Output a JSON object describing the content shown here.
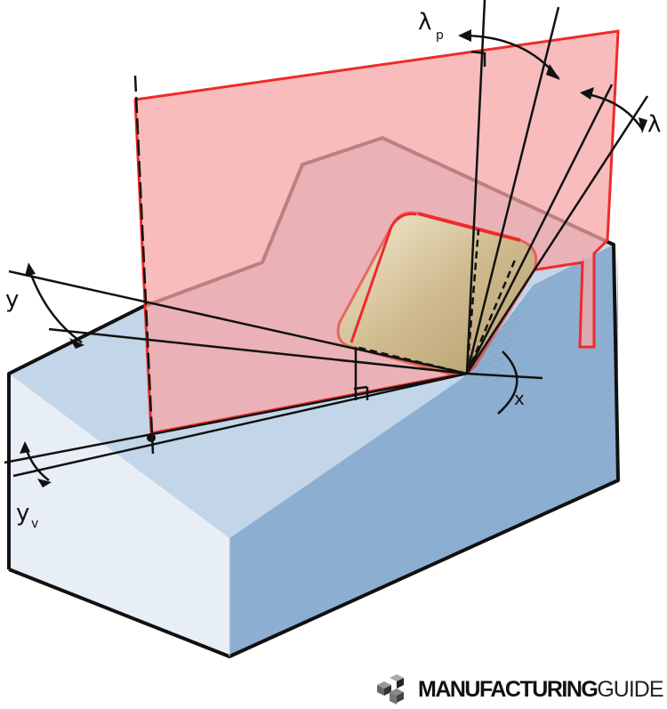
{
  "labels": {
    "lambda_p": "λ",
    "lambda_p_sub": "p",
    "lambda": "λ",
    "gamma": "y",
    "gamma_v": "y",
    "gamma_v_sub": "v",
    "kappa": "x"
  },
  "logo": {
    "bold": "MANUFACTURING",
    "light": "GUIDE"
  },
  "colors": {
    "plane_fill": "#f7a5a5",
    "plane_edge": "#ee2a2a",
    "block_top": "#c3d5e8",
    "block_right": "#8cafd1",
    "block_front": "#e8eef5",
    "insert": "#cdb98e"
  }
}
